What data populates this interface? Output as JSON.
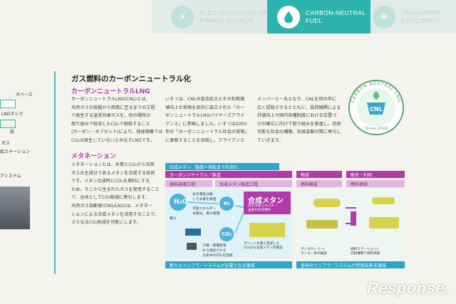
{
  "banner": {
    "items": [
      {
        "label_line1": "ELECTRIFICATION OF",
        "label_line2": "POWER SOURCE",
        "icon": "lightning-icon"
      },
      {
        "label_line1": "CARBON-NEUTRAL",
        "label_line2": "FUEL",
        "icon": "drop-icon"
      },
      {
        "label_line1": "TRANSPORT",
        "label_line2": "EFFICIENCY",
        "icon": "network-icon"
      }
    ]
  },
  "left_stub": {
    "texts": [
      "ガベース",
      "LNGタンク",
      "船",
      "ガス",
      "給ステーション",
      "アシステム"
    ]
  },
  "section": {
    "title": "ガス燃料のカーボンニュートラル化",
    "subtitle": "カーボンニュートラルLNG",
    "col1": [
      "カーボンニュートラルLNG(CNL)とは、",
      "天然ガスの採掘から燃焼に至るまでの工程",
      "で発生する温室効果ガスを、別の場所の",
      "取り組みで吸収したCO₂で相殺すること",
      "(カーボン・オフセット)により、地球規模では",
      "CO₂は発生していないとみなすLNGです。"
    ],
    "col2": [
      "いすゞは、CNLの普及拡大とその利用価",
      "値向上の実現を目的に設立された「カー",
      "ボンニュートラルLNGバイヤーズアライ",
      "アンス」に参画しました。いすゞは2050",
      "年の「カーボンニュートラル社会の実現」",
      "に貢献することを目指し、アライアンス"
    ],
    "col3": [
      "メンバーと一丸となり、CNLを世の中に",
      "広く認知させるとともに、投資機関による",
      "評価向上や国内各種制度における位置づ",
      "けの確立に向けて取り組みを推進し、持続",
      "可能な社会の構築、気候変動対策に寄与し",
      "ていきます。"
    ],
    "subtitle2": "メタネーション",
    "col4": [
      "メタネーションとは、水素とCO₂から天然",
      "ガスの主成分であるメタンを合成する技術",
      "です。メタン合成時にCO₂を原料にする",
      "ため、そこから生まれたガスを使用すること",
      "で、全体としてCO₂削減に寄与します。",
      "天然ガス自動車(CNG/LNG)は、メタネー",
      "ションによる合成メタンを活用することで、",
      "さらなるCO₂削減を可能にします。"
    ]
  },
  "logo": {
    "arc_text": "CARBON NEUTRAL LNG",
    "center": "CNL",
    "since": "Since 2019"
  },
  "diagram": {
    "header": "合成メタン　製造～供給までの流れ",
    "band_production": "カーボンリサイクル／製造",
    "band_logistics": "物流",
    "band_sales": "販売・利用",
    "step_raw": "原料調達工程",
    "step_make": "合成メタン製造工程",
    "step_ship": "燃料輸送",
    "step_supply": "燃料供給",
    "h2o": "H₂O",
    "h2": "H₂",
    "co2": "CO₂",
    "note_power": "水を電気分解\nして水素を製造",
    "note_renew": "可能エネルギー\n太陽光、風力発電",
    "note_factory": "工場・発電所等\nから排出される\n大気中のCO₂を回収",
    "electricity": "電力",
    "product_title": "合成メタン",
    "product_note": "再生可能エネルギー\n由来の合成燃料",
    "product_bottom": "グリーン水素と回収した\nCO₂から合成メタンを製造",
    "truck_caption": "タンクローリー/\nタンカー等の輸送",
    "station_caption": "燃料ステーション/\n内航機関で燃料供給",
    "footer_new": "新たなインフラ／システムが必要となる領域",
    "footer_old": "従来のインフラ／システムが利用出来る領域"
  },
  "watermark": "Response."
}
